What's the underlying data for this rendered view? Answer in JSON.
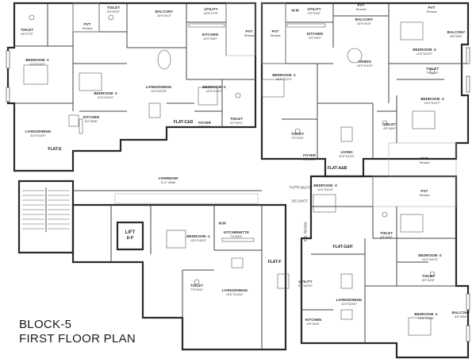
{
  "titles": {
    "block": "BLOCK-5",
    "plan": "FIRST FLOOR PLAN"
  },
  "rooms": [
    {
      "name": "TOILET",
      "dim": "4'6\"X7'6\""
    },
    {
      "name": "PVT",
      "dim": "Terrace"
    },
    {
      "name": "TOILET",
      "dim": "6'6\"X5'3\""
    },
    {
      "name": "BALCONY",
      "dim": "10'0\"X4'2\""
    },
    {
      "name": "UTILITY",
      "dim": "10'0\"X7'6\""
    },
    {
      "name": "KITCHEN",
      "dim": "10'0\"X8'0\""
    },
    {
      "name": "PVT",
      "dim": "Terrace"
    },
    {
      "name": "PVT",
      "dim": "Terrace"
    },
    {
      "name": "BEDROOM -1",
      "dim": "11'4\"X14'0\""
    },
    {
      "name": "LIVING/DINING",
      "dim": "11'0\"X22'8\""
    },
    {
      "name": "BEDROOM -2",
      "dim": "12'0\"X10'0\""
    },
    {
      "name": "BEDROOM -1",
      "dim": "12'0\"X10'0\""
    },
    {
      "name": "TOILET",
      "dim": "6'0\"X5'0\""
    },
    {
      "name": "KITCHEN",
      "dim": "8'2\"X8'8\""
    },
    {
      "name": "LIVING/DINING",
      "dim": "11'4\"X14'6\""
    },
    {
      "name": "FOYER",
      "dim": "6'0\"X5'0\""
    },
    {
      "name": "W.M",
      "dim": ""
    },
    {
      "name": "UTILITY",
      "dim": "9'0\"X3'0\""
    },
    {
      "name": "PVT",
      "dim": "Terrace"
    },
    {
      "name": "BALCONY",
      "dim": "10'0\"X4'6\""
    },
    {
      "name": "KITCHEN",
      "dim": "9'0\"X8'0\""
    },
    {
      "name": "PVT",
      "dim": "Terrace"
    },
    {
      "name": "BALCONY",
      "dim": "3'6\"X8'6\""
    },
    {
      "name": "BEDROOM -2",
      "dim": "12'0\"X10'0\""
    },
    {
      "name": "DINING",
      "dim": "10'0\"X10'0\""
    },
    {
      "name": "BEDROOM -1",
      "dim": "11'0\"X12'0\""
    },
    {
      "name": "TOILET",
      "dim": "7'9\"X4'6\""
    },
    {
      "name": "BEDROOM -3",
      "dim": "10'2\"X10'7\""
    },
    {
      "name": "TOILET",
      "dim": "7'9\"X4'6\""
    },
    {
      "name": "TOILET",
      "dim": "4'0\"X8'6\""
    },
    {
      "name": "LIVING",
      "dim": "11'0\"X14'0\""
    },
    {
      "name": "FOYER",
      "dim": "5'0\"X8'6\""
    },
    {
      "name": "PVT",
      "dim": "Terrace"
    },
    {
      "name": "CORRIDOR",
      "dim": "5'-0\" Wide"
    },
    {
      "name": "BEDROOM -3",
      "dim": "11'0\"X10'6\""
    },
    {
      "name": "PVT",
      "dim": "Terrace"
    },
    {
      "name": "LIFT",
      "dim": "8-P"
    },
    {
      "name": "W.M",
      "dim": ""
    },
    {
      "name": "BEDROOM -1",
      "dim": "13'0\"X10'0\""
    },
    {
      "name": "KITCHENETTE",
      "dim": "7'3\"X8'1\""
    },
    {
      "name": "TOILET",
      "dim": "4'6\"X6'6\""
    },
    {
      "name": "BEDROOM -2",
      "dim": "10'2\"X10'3\""
    },
    {
      "name": "TOILET",
      "dim": "8'0\"X4'6\""
    },
    {
      "name": "UTILITY",
      "dim": "5'6\"X5'10\""
    },
    {
      "name": "TOILET",
      "dim": "7'9\"X4'8\""
    },
    {
      "name": "LIVING/DINING",
      "dim": "12'0\"X14'11\""
    },
    {
      "name": "LIVING/DINING",
      "dim": "11'0\"X23'0\""
    },
    {
      "name": "KITCHEN",
      "dim": "6'0\"X8'4\""
    },
    {
      "name": "BEDROOM -1",
      "dim": "14'6\"X10'6\""
    },
    {
      "name": "BALCONY",
      "dim": "3'6\"X8'6\""
    }
  ],
  "flat_tags": [
    "FLAT-C&D",
    "FLAT-E",
    "FLAT-A&B",
    "FLAT-G&H",
    "FLAT-F"
  ],
  "notes": [
    "TV/TP DUCT",
    "DS DUCT",
    "E.B. ROOM"
  ]
}
